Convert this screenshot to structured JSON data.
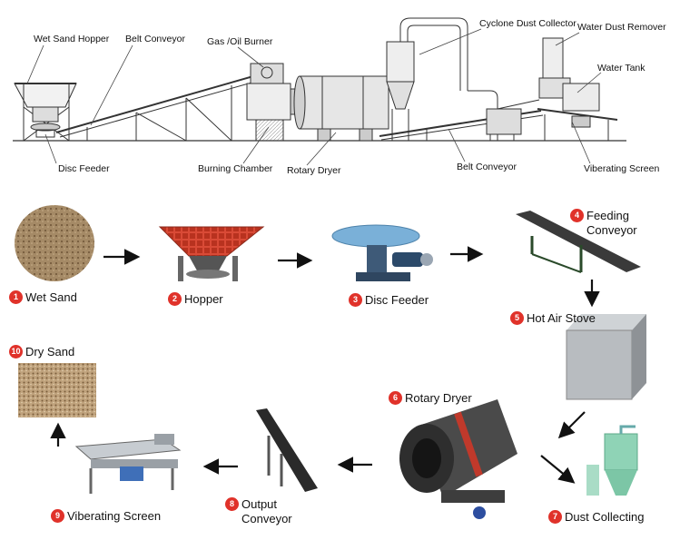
{
  "schematic": {
    "labels": {
      "wet_sand_hopper": "Wet Sand Hopper",
      "belt_conveyor_top": "Belt Conveyor",
      "burner": "Gas /Oil Burner",
      "cyclone": "Cyclone Dust Collector",
      "water_dust_remover": "Water Dust Remover",
      "water_tank": "Water Tank",
      "disc_feeder": "Disc Feeder",
      "burning_chamber": "Burning Chamber",
      "rotary_dryer": "Rotary Dryer",
      "belt_conveyor_bottom": "Belt Conveyor",
      "vibrating_screen": "Viberating Screen"
    }
  },
  "process": {
    "steps": [
      {
        "num": "1",
        "label": "Wet Sand"
      },
      {
        "num": "2",
        "label": "Hopper"
      },
      {
        "num": "3",
        "label": "Disc Feeder"
      },
      {
        "num": "4",
        "label1": "Feeding",
        "label2": "Conveyor"
      },
      {
        "num": "5",
        "label": "Hot Air Stove"
      },
      {
        "num": "6",
        "label": "Rotary Dryer"
      },
      {
        "num": "7",
        "label": "Dust Collecting"
      },
      {
        "num": "8",
        "label1": "Output",
        "label2": "Conveyor"
      },
      {
        "num": "9",
        "label": "Viberating Screen"
      },
      {
        "num": "10",
        "label": "Dry Sand"
      }
    ]
  },
  "colors": {
    "badge": "#e0322a",
    "line": "#333333",
    "arrow": "#111111"
  }
}
